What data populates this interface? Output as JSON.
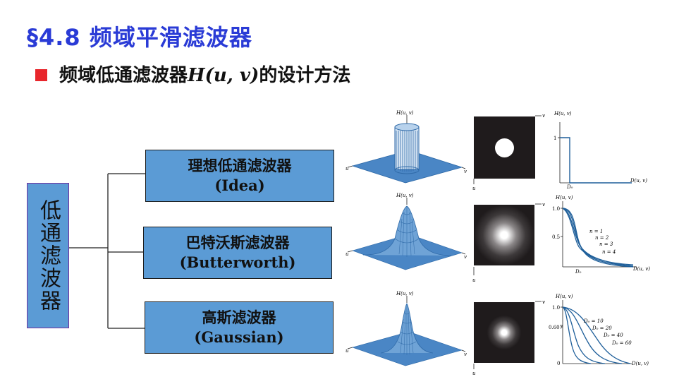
{
  "slide": {
    "title": "§4.8 频域平滑滤波器",
    "subtitle_prefix": "频域低通滤波器",
    "subtitle_math": "H(u, v)",
    "subtitle_suffix": "的设计方法"
  },
  "category_box": {
    "label": "低通滤波器"
  },
  "filters": [
    {
      "name": "理想低通滤波器",
      "english": "(Idea)"
    },
    {
      "name": "巴特沃斯滤波器",
      "english": "(Butterworth)"
    },
    {
      "name": "高斯滤波器",
      "english": "(Gaussian)"
    }
  ],
  "plot_labels": {
    "h_axis": "H(u, v)",
    "d_axis": "D(u, v)",
    "u_axis": "u",
    "v_axis": "v",
    "d0": "D₀"
  },
  "ideal_plot": {
    "y_tick": "1"
  },
  "butterworth_plot": {
    "y_ticks": [
      "1.0",
      "0.5"
    ],
    "legend": [
      "n = 1",
      "n = 2",
      "n = 3",
      "n = 4"
    ]
  },
  "gaussian_plot": {
    "y_ticks": [
      "1.0",
      "0.607",
      "0"
    ],
    "legend": [
      "D₀ = 10",
      "D₀ = 20",
      "D₀ = 40",
      "D₀ = 60"
    ]
  },
  "colors": {
    "title": "#2a3bd6",
    "bullet": "#e8262c",
    "box_fill": "#5b9bd5",
    "plot_line": "#1f5f9a",
    "surface": "#4a86c5"
  }
}
